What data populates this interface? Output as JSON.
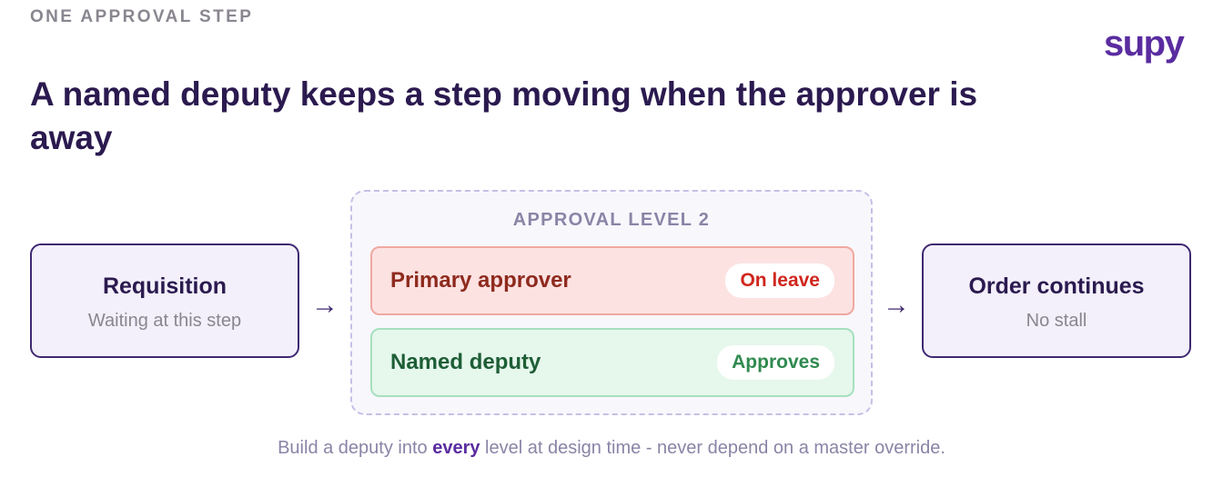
{
  "eyebrow": "ONE APPROVAL STEP",
  "logo": "supy",
  "title": "A named deputy keeps a step moving when the approver is away",
  "left_node": {
    "title": "Requisition",
    "subtitle": "Waiting at this step"
  },
  "arrow": "→",
  "level": {
    "label": "APPROVAL LEVEL 2",
    "primary": {
      "label": "Primary approver",
      "status": "On leave"
    },
    "deputy": {
      "label": "Named deputy",
      "status": "Approves"
    }
  },
  "right_node": {
    "title": "Order continues",
    "subtitle": "No stall"
  },
  "footer": {
    "before": "Build a deputy into ",
    "emphasis": "every",
    "after": " level at design time - never depend on a master override."
  },
  "colors": {
    "brand": "#5a2ca0",
    "heading": "#2b1a4f",
    "primary_bg": "#fde2e2",
    "primary_status": "#d0261e",
    "deputy_bg": "#e6f7ec",
    "deputy_status": "#2f8a4f"
  }
}
